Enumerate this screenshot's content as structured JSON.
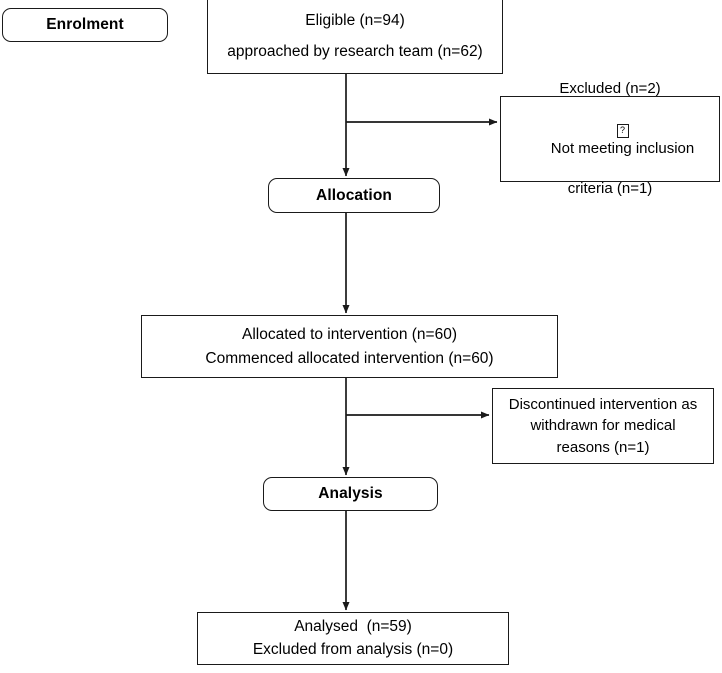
{
  "diagram": {
    "title": "CONSORT participant flow diagram",
    "type": "flowchart",
    "stroke_color": "#1a1a1a",
    "background_color": "#ffffff"
  },
  "stages": {
    "enrolment": "Enrolment",
    "allocation": "Allocation",
    "analysis": "Analysis"
  },
  "nodes": {
    "eligible": {
      "line1": "Eligible (n=94)",
      "line2": "approached by research team (n=62)"
    },
    "excluded": {
      "line1": "Excluded (n=2)",
      "bullet_glyph": "?",
      "line2": "Not meeting inclusion",
      "line3": "criteria (n=1)"
    },
    "allocated": {
      "line1": "Allocated to intervention (n=60)",
      "line2": "Commenced allocated intervention (n=60)"
    },
    "discontinued": {
      "line1": "Discontinued intervention as",
      "line2": "withdrawn for medical",
      "line3": "reasons (n=1)"
    },
    "analysed": {
      "line1": "Analysed  (n=59)",
      "line2": "Excluded from analysis (n=0)"
    }
  },
  "counts": {
    "eligible": 94,
    "approached": 62,
    "excluded_total": 2,
    "not_meeting_inclusion_criteria": 1,
    "allocated_to_intervention": 60,
    "commenced_allocated_intervention": 60,
    "discontinued_withdrawn_medical": 1,
    "analysed": 59,
    "excluded_from_analysis": 0
  }
}
